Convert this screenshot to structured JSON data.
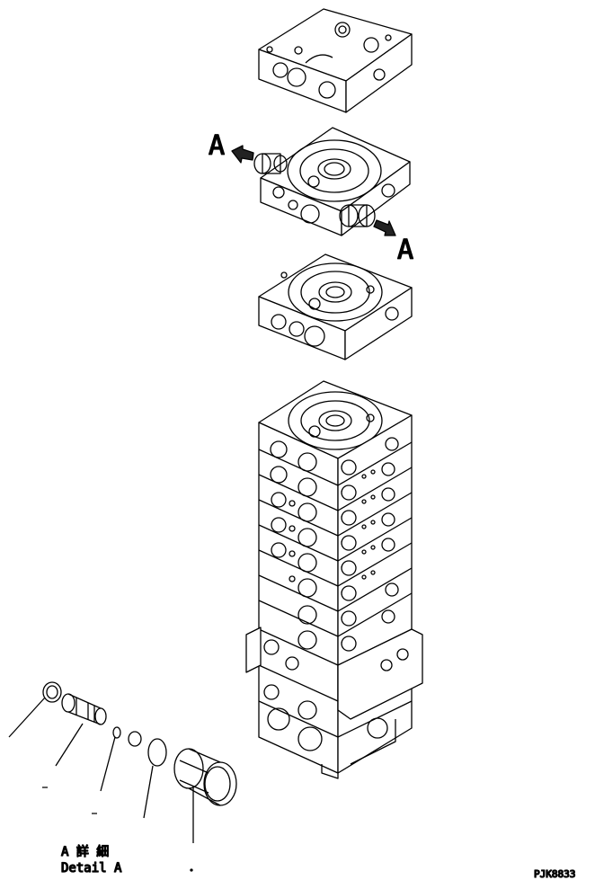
{
  "callouts": {
    "arrow_a_top": "A",
    "arrow_a_right": "A"
  },
  "detail": {
    "title_jp": "A 詳 細",
    "title_en": "Detail A"
  },
  "drawing_code": "PJK8833"
}
